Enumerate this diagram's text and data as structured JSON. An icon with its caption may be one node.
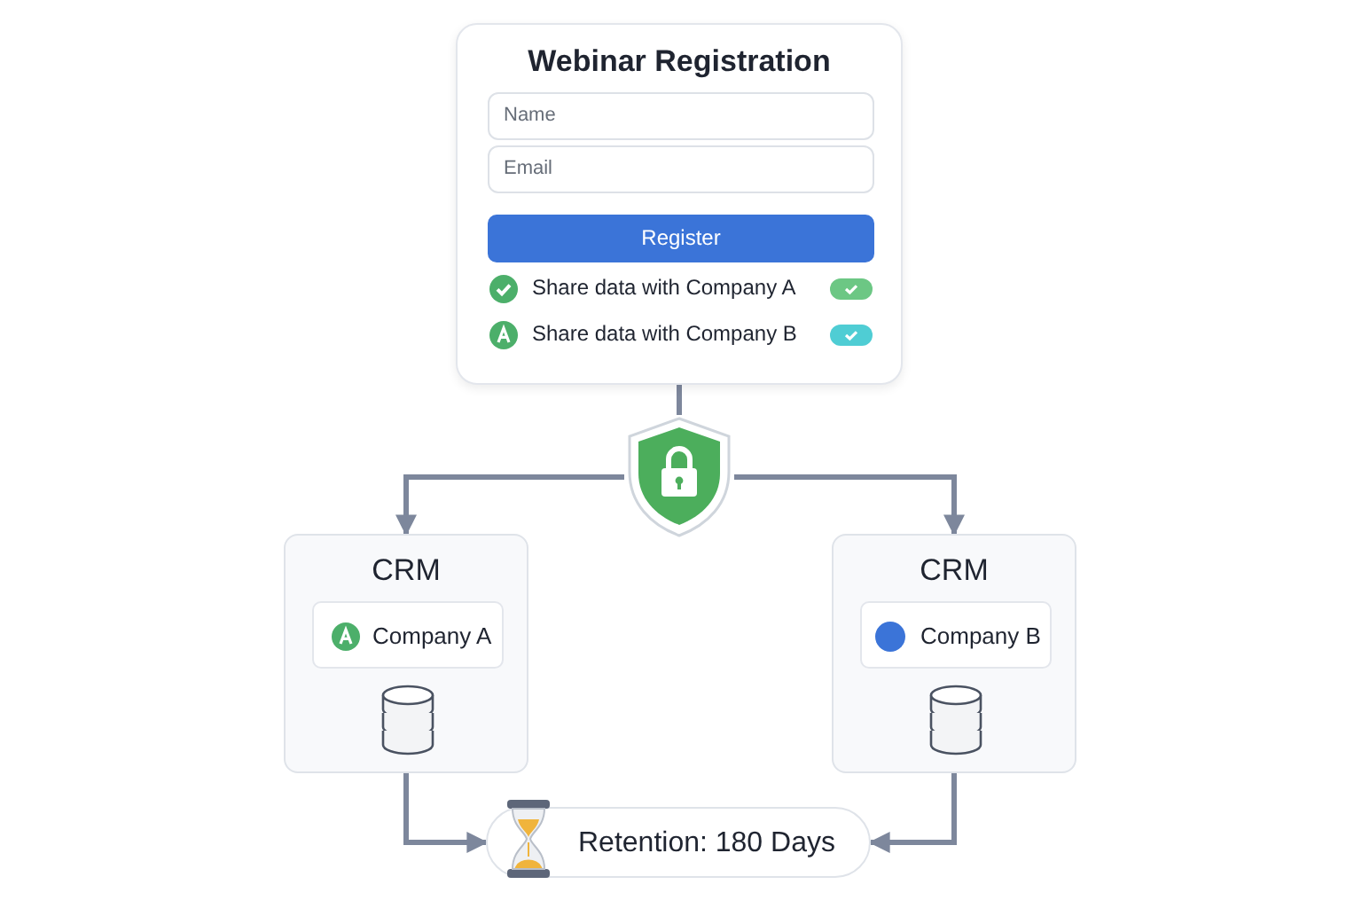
{
  "diagram": {
    "nodes": [
      {
        "text": [
          "Webinar Registration"
        ]
      },
      {
        "text": [
          "Name"
        ],
        "in": 0
      },
      {
        "text": [
          "Email"
        ],
        "in": 0
      },
      {
        "text": [
          "Register"
        ],
        "in": 0
      },
      {
        "text": [],
        "shape": "picture"
      },
      {
        "text": [
          "CRM"
        ]
      },
      {
        "text": [
          "Company A"
        ],
        "in": 5
      },
      {
        "text": [
          "CRM"
        ]
      },
      {
        "text": [
          "Company B"
        ],
        "in": 7
      },
      {
        "text": [
          "Retention: 180 Days"
        ]
      }
    ],
    "edges": [
      {
        "from": 0,
        "to": 4,
        "arrow": "none"
      },
      {
        "from": 4,
        "to": 5,
        "arrow": "to"
      },
      {
        "from": 4,
        "to": 7,
        "arrow": "to"
      },
      {
        "from": 5,
        "to": 9,
        "arrow": "to"
      },
      {
        "from": 7,
        "to": 9,
        "arrow": "to"
      }
    ],
    "labels": [
      "Share data with Company A",
      "Share data with Company B"
    ]
  }
}
